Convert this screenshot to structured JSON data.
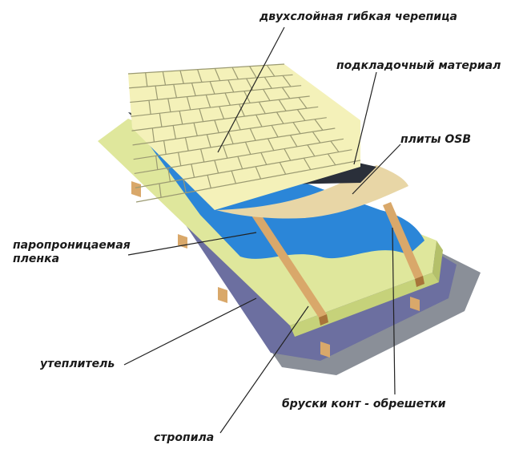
{
  "labels": {
    "shingles": "двухслойная гибкая черепица",
    "underlay": "подкладочный материал",
    "osb": "плиты OSB",
    "membrane_line1": "паропроницаемая",
    "membrane_line2": "пленка",
    "insulation": "утеплитель",
    "battens": "бруски конт - обрешетки",
    "rafters": "стропила"
  },
  "colors": {
    "shingle": "#f4f1b9",
    "shingle_edge": "#9b9a72",
    "underlay": "#2a2f3a",
    "osb": "#e8d6a6",
    "membrane": "#2b86d8",
    "insulation_top": "#dfe79c",
    "insulation_side": "#c6d27a",
    "timber": "#d9a86a",
    "timber_dark": "#a8743a",
    "vapor_barrier": "#6c6fa0",
    "base_sheet": "#8a8f98",
    "leader": "#222222"
  }
}
